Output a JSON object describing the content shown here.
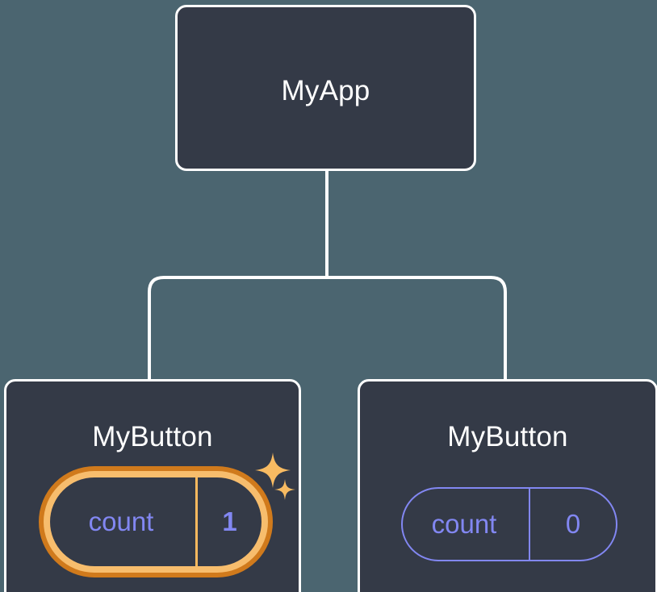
{
  "theme": {
    "background": "#4b6570",
    "node_fill": "#343a47",
    "node_border": "#ffffff",
    "connector": "#ffffff",
    "state_text": "#8287f2",
    "highlight_outer": "#d07a1c",
    "highlight_inner": "#f7bd6d",
    "sparkle": "#f8bb62"
  },
  "diagram": {
    "type": "component-tree",
    "root": {
      "title": "MyApp"
    },
    "children": [
      {
        "title": "MyButton",
        "highlighted": true,
        "state": {
          "key": "count",
          "value": "1"
        },
        "sparkles": [
          "sparkle-large",
          "sparkle-small"
        ]
      },
      {
        "title": "MyButton",
        "highlighted": false,
        "state": {
          "key": "count",
          "value": "0"
        }
      }
    ]
  }
}
